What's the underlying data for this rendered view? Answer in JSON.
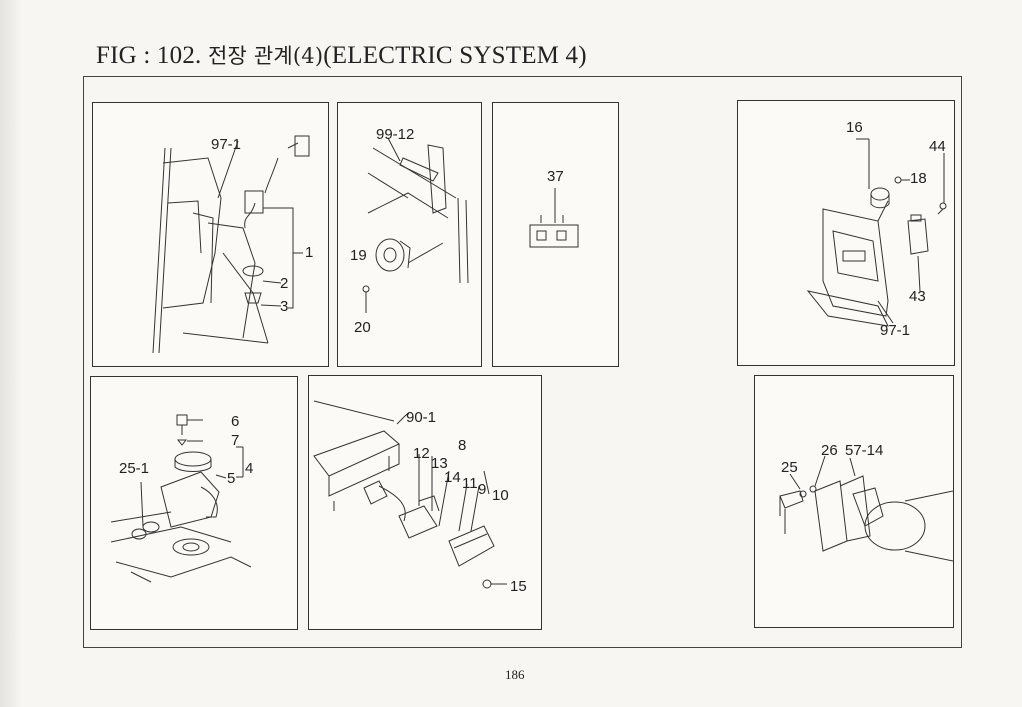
{
  "header": {
    "fig_prefix": "FIG : 102.",
    "title_korean": "전장 관계(4)",
    "title_english": "(ELECTRIC SYSTEM 4)"
  },
  "page_number": "186",
  "panels": [
    {
      "id": "panel-1",
      "callouts": [
        "97-1",
        "1",
        "2",
        "3"
      ]
    },
    {
      "id": "panel-2",
      "callouts": [
        "99-12",
        "19",
        "20"
      ]
    },
    {
      "id": "panel-3",
      "callouts": [
        "37"
      ]
    },
    {
      "id": "panel-4",
      "callouts": [
        "16",
        "44",
        "18",
        "43",
        "97-1"
      ]
    },
    {
      "id": "panel-5",
      "callouts": [
        "6",
        "7",
        "25-1",
        "4",
        "5"
      ]
    },
    {
      "id": "panel-6",
      "callouts": [
        "90-1",
        "8",
        "12",
        "13",
        "14",
        "11",
        "9",
        "10",
        "15"
      ]
    },
    {
      "id": "panel-7",
      "callouts": [
        "26",
        "57-14",
        "25"
      ]
    }
  ]
}
